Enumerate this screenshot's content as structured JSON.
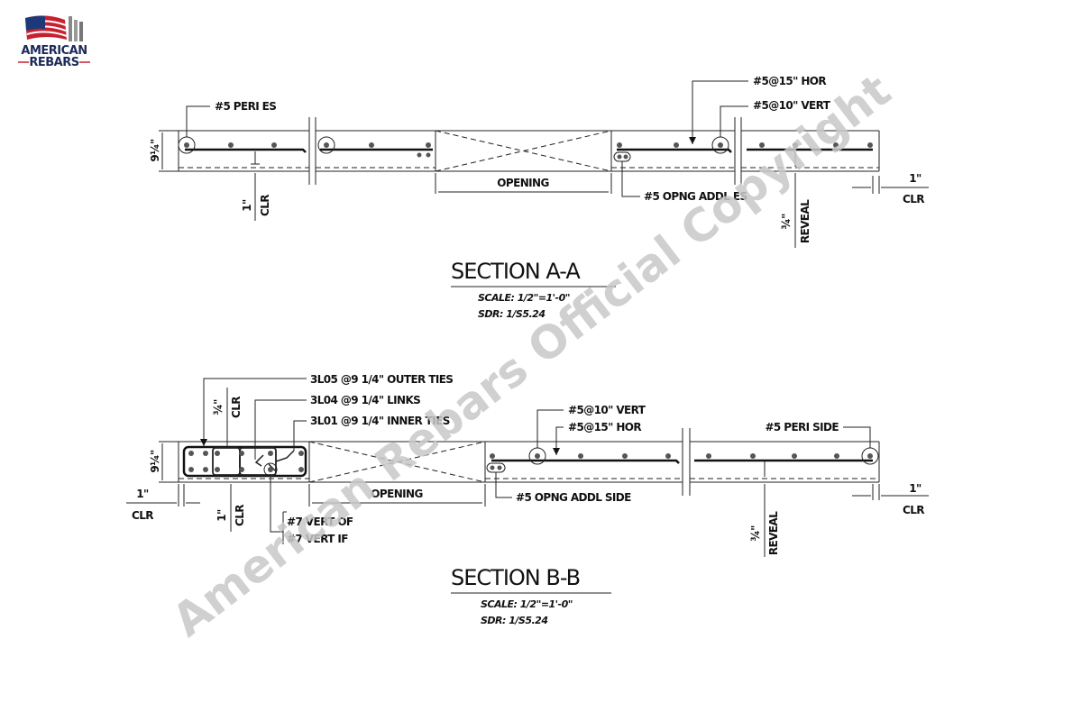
{
  "logo": {
    "line1": "AMERICAN",
    "line2": "REBARS"
  },
  "watermark": "American Rebars Official Copyright",
  "section_a": {
    "title": "SECTION A-A",
    "scale": "SCALE: 1/2\"=1'-0\"",
    "sdr": "SDR: 1/S5.24",
    "thickness": "9¼\"",
    "labels": {
      "peri": "#5 PERI ES",
      "hor": "#5@15\" HOR",
      "vert": "#5@10\" VERT",
      "opng_addl": "#5 OPNG ADDL ES",
      "opening": "OPENING",
      "clr_left": "CLR",
      "clr_left_val": "1\"",
      "clr_right": "CLR",
      "clr_right_val": "1\"",
      "reveal": "REVEAL",
      "reveal_val": "¾\""
    }
  },
  "section_b": {
    "title": "SECTION B-B",
    "scale": "SCALE: 1/2\"=1'-0\"",
    "sdr": "SDR: 1/S5.24",
    "thickness": "9¼\"",
    "labels": {
      "outer_ties": "3L05 @9 1/4\" OUTER TIES",
      "links": "3L04 @9 1/4\" LINKS",
      "inner_ties": "3L01 @9 1/4\" INNER TIES",
      "vert": "#5@10\" VERT",
      "hor": "#5@15\" HOR",
      "peri_side": "#5 PERI SIDE",
      "opng_addl": "#5 OPNG ADDL SIDE",
      "opening": "OPENING",
      "vert_of": "#7 VERT OF",
      "vert_if": "#7 VERT IF",
      "clr_top": "CLR",
      "clr_top_val": "¾\"",
      "clr_left": "CLR",
      "clr_left_val": "1\"",
      "clr_mid": "CLR",
      "clr_mid_val": "1\"",
      "clr_right": "CLR",
      "clr_right_val": "1\"",
      "reveal": "REVEAL",
      "reveal_val": "¾\""
    }
  }
}
